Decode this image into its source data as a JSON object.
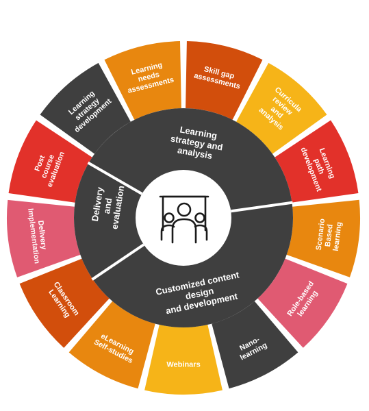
{
  "center_icon": "group-people-icon",
  "colors": {
    "inner_dark": "#3f3f3f",
    "outer_ring_bg": "#ffffff",
    "center": "#ffffff"
  },
  "inner_sectors": [
    {
      "id": "strategy",
      "lines": [
        "Learning",
        "strategy and",
        "analysis"
      ]
    },
    {
      "id": "content",
      "lines": [
        "Customized content",
        "design",
        "and development"
      ]
    },
    {
      "id": "delivery",
      "lines": [
        "Delivery",
        "and",
        "evaluation"
      ]
    }
  ],
  "outer_segments": [
    {
      "id": "learning-needs-assessments",
      "lines": [
        "Learning",
        "needs",
        "assessments"
      ],
      "color": "#e8870f",
      "text_color": "#ffffff"
    },
    {
      "id": "skill-gap-assessments",
      "lines": [
        "Skill gap",
        "assessments"
      ],
      "color": "#d24e0c",
      "text_color": "#ffffff"
    },
    {
      "id": "curricula-review-and-analysis",
      "lines": [
        "Curricula",
        "review",
        "and",
        "analysis"
      ],
      "color": "#f6b418",
      "text_color": "#1a1a1a"
    },
    {
      "id": "learning-path-development",
      "lines": [
        "Learning",
        "path",
        "development"
      ],
      "color": "#e2312a",
      "text_color": "#ffffff"
    },
    {
      "id": "scenario-based-learning",
      "lines": [
        "Scenario",
        "Based",
        "learning"
      ],
      "color": "#e8870f",
      "text_color": "#ffffff"
    },
    {
      "id": "role-based-learning",
      "lines": [
        "Role-based",
        "learning"
      ],
      "color": "#e05a72",
      "text_color": "#ffffff"
    },
    {
      "id": "nano-learning",
      "lines": [
        "Nano-",
        "learning"
      ],
      "color": "#3f3f3f",
      "text_color": "#ffffff"
    },
    {
      "id": "webinars",
      "lines": [
        "Webinars"
      ],
      "color": "#f6b418",
      "text_color": "#1a1a1a"
    },
    {
      "id": "elearning-self-studies",
      "lines": [
        "eLearning",
        "Self-studies"
      ],
      "color": "#e8870f",
      "text_color": "#ffffff"
    },
    {
      "id": "classroom-learning",
      "lines": [
        "Classroom",
        "Learning"
      ],
      "color": "#d24e0c",
      "text_color": "#ffffff"
    },
    {
      "id": "delivery-implementation",
      "lines": [
        "Delivery",
        "Implementation"
      ],
      "color": "#e05a72",
      "text_color": "#ffffff"
    },
    {
      "id": "post-course-evaluation",
      "lines": [
        "Post",
        "course",
        "evaluation"
      ],
      "color": "#e2312a",
      "text_color": "#ffffff"
    },
    {
      "id": "learning-strategy-development",
      "lines": [
        "Learning",
        "strategy",
        "development"
      ],
      "color": "#3f3f3f",
      "text_color": "#ffffff"
    }
  ]
}
